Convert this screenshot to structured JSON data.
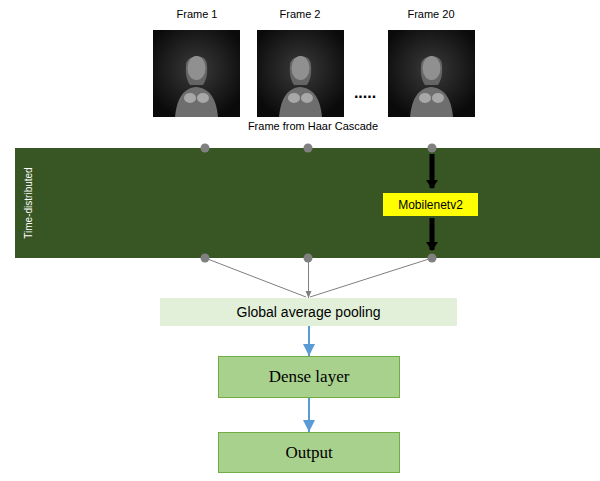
{
  "diagram": {
    "nodes": [
      {
        "text": [
          "Time-distributed"
        ]
      },
      {
        "text": [
          "Mobilenetv2"
        ],
        "in": 0
      },
      {
        "text": [
          "Global average pooling"
        ]
      },
      {
        "text": [
          "Dense layer"
        ]
      },
      {
        "text": [
          "Output"
        ]
      }
    ],
    "edges": [
      {
        "from": 0,
        "to": 2,
        "arrow": "to"
      },
      {
        "from": 2,
        "to": 3,
        "arrow": "to"
      },
      {
        "from": 3,
        "to": 4,
        "arrow": "to"
      }
    ],
    "labels": [
      "Frame 1",
      "Frame 2",
      "Frame 20",
      ".....",
      "Frame from Haar Cascade"
    ]
  }
}
